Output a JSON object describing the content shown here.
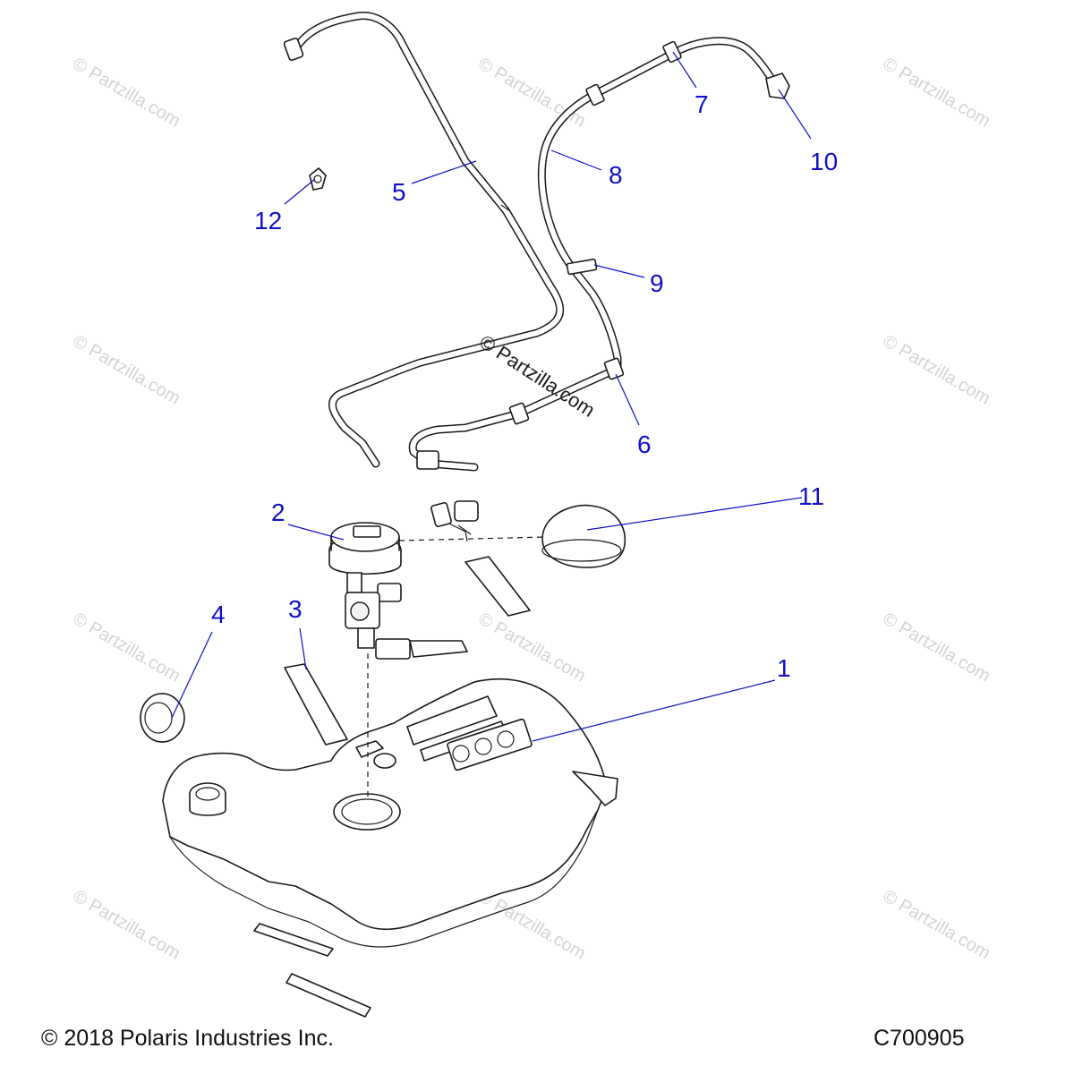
{
  "watermark_text": "© Partzilla.com",
  "callouts": [
    "1",
    "2",
    "3",
    "4",
    "5",
    "6",
    "7",
    "8",
    "9",
    "10",
    "11",
    "12"
  ],
  "footer": {
    "copyright": "© 2018 Polaris Industries Inc.",
    "drawing_number": "C700905"
  },
  "colors": {
    "callout": "#1010c8",
    "linework": "#1a1a1a",
    "watermark": "#d4d4d4"
  }
}
